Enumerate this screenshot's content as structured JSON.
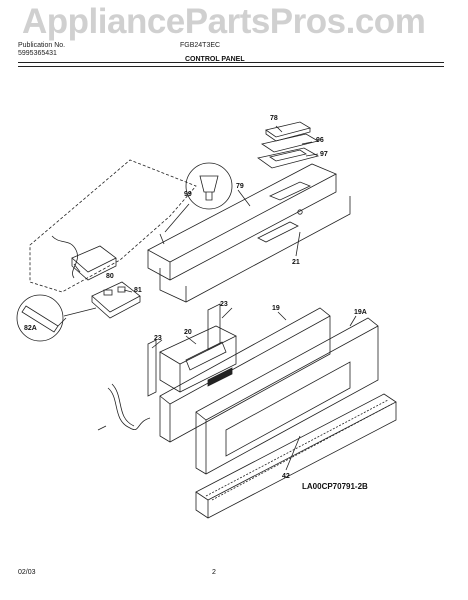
{
  "watermark": "AppliancePartsPros.com",
  "header": {
    "pub_label": "Publication No.",
    "pub_number": "5995365431",
    "model": "FGB24T3EC"
  },
  "section_title": "CONTROL PANEL",
  "callouts": {
    "c78": "78",
    "c96": "96",
    "c97": "97",
    "c99": "99",
    "c79": "79",
    "c21": "21",
    "c80": "80",
    "c81": "81",
    "c82a": "82A",
    "c23a": "23",
    "c19": "19",
    "c19a": "19A",
    "c20": "20",
    "c23b": "23",
    "c42": "42"
  },
  "diagram_code": "LA00CP70791-2B",
  "footer": {
    "date": "02/03",
    "page": "2"
  }
}
